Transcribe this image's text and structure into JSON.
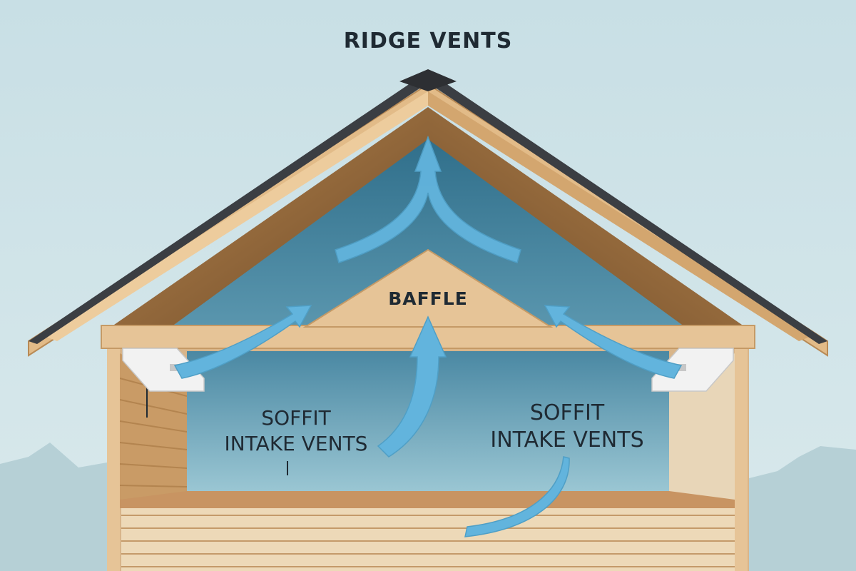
{
  "labels": {
    "ridge": "RIDGE VENTS",
    "baffle": "BAFFLE",
    "soffit_left": [
      "SOFFIT",
      "INTAKE VENTS"
    ],
    "soffit_right": [
      "SOFFIT",
      "INTAKE VENTS"
    ]
  },
  "colors": {
    "sky": "#cfe3e8",
    "roof_wood": "#e0b887",
    "rafter_shadow": "#8a6238",
    "attic_air": "#3f7d98",
    "airflow_arrow": "#62b4dd",
    "shingles": "#3b3e43",
    "vent": "#f2f2f2",
    "siding": "#dcb98f"
  }
}
